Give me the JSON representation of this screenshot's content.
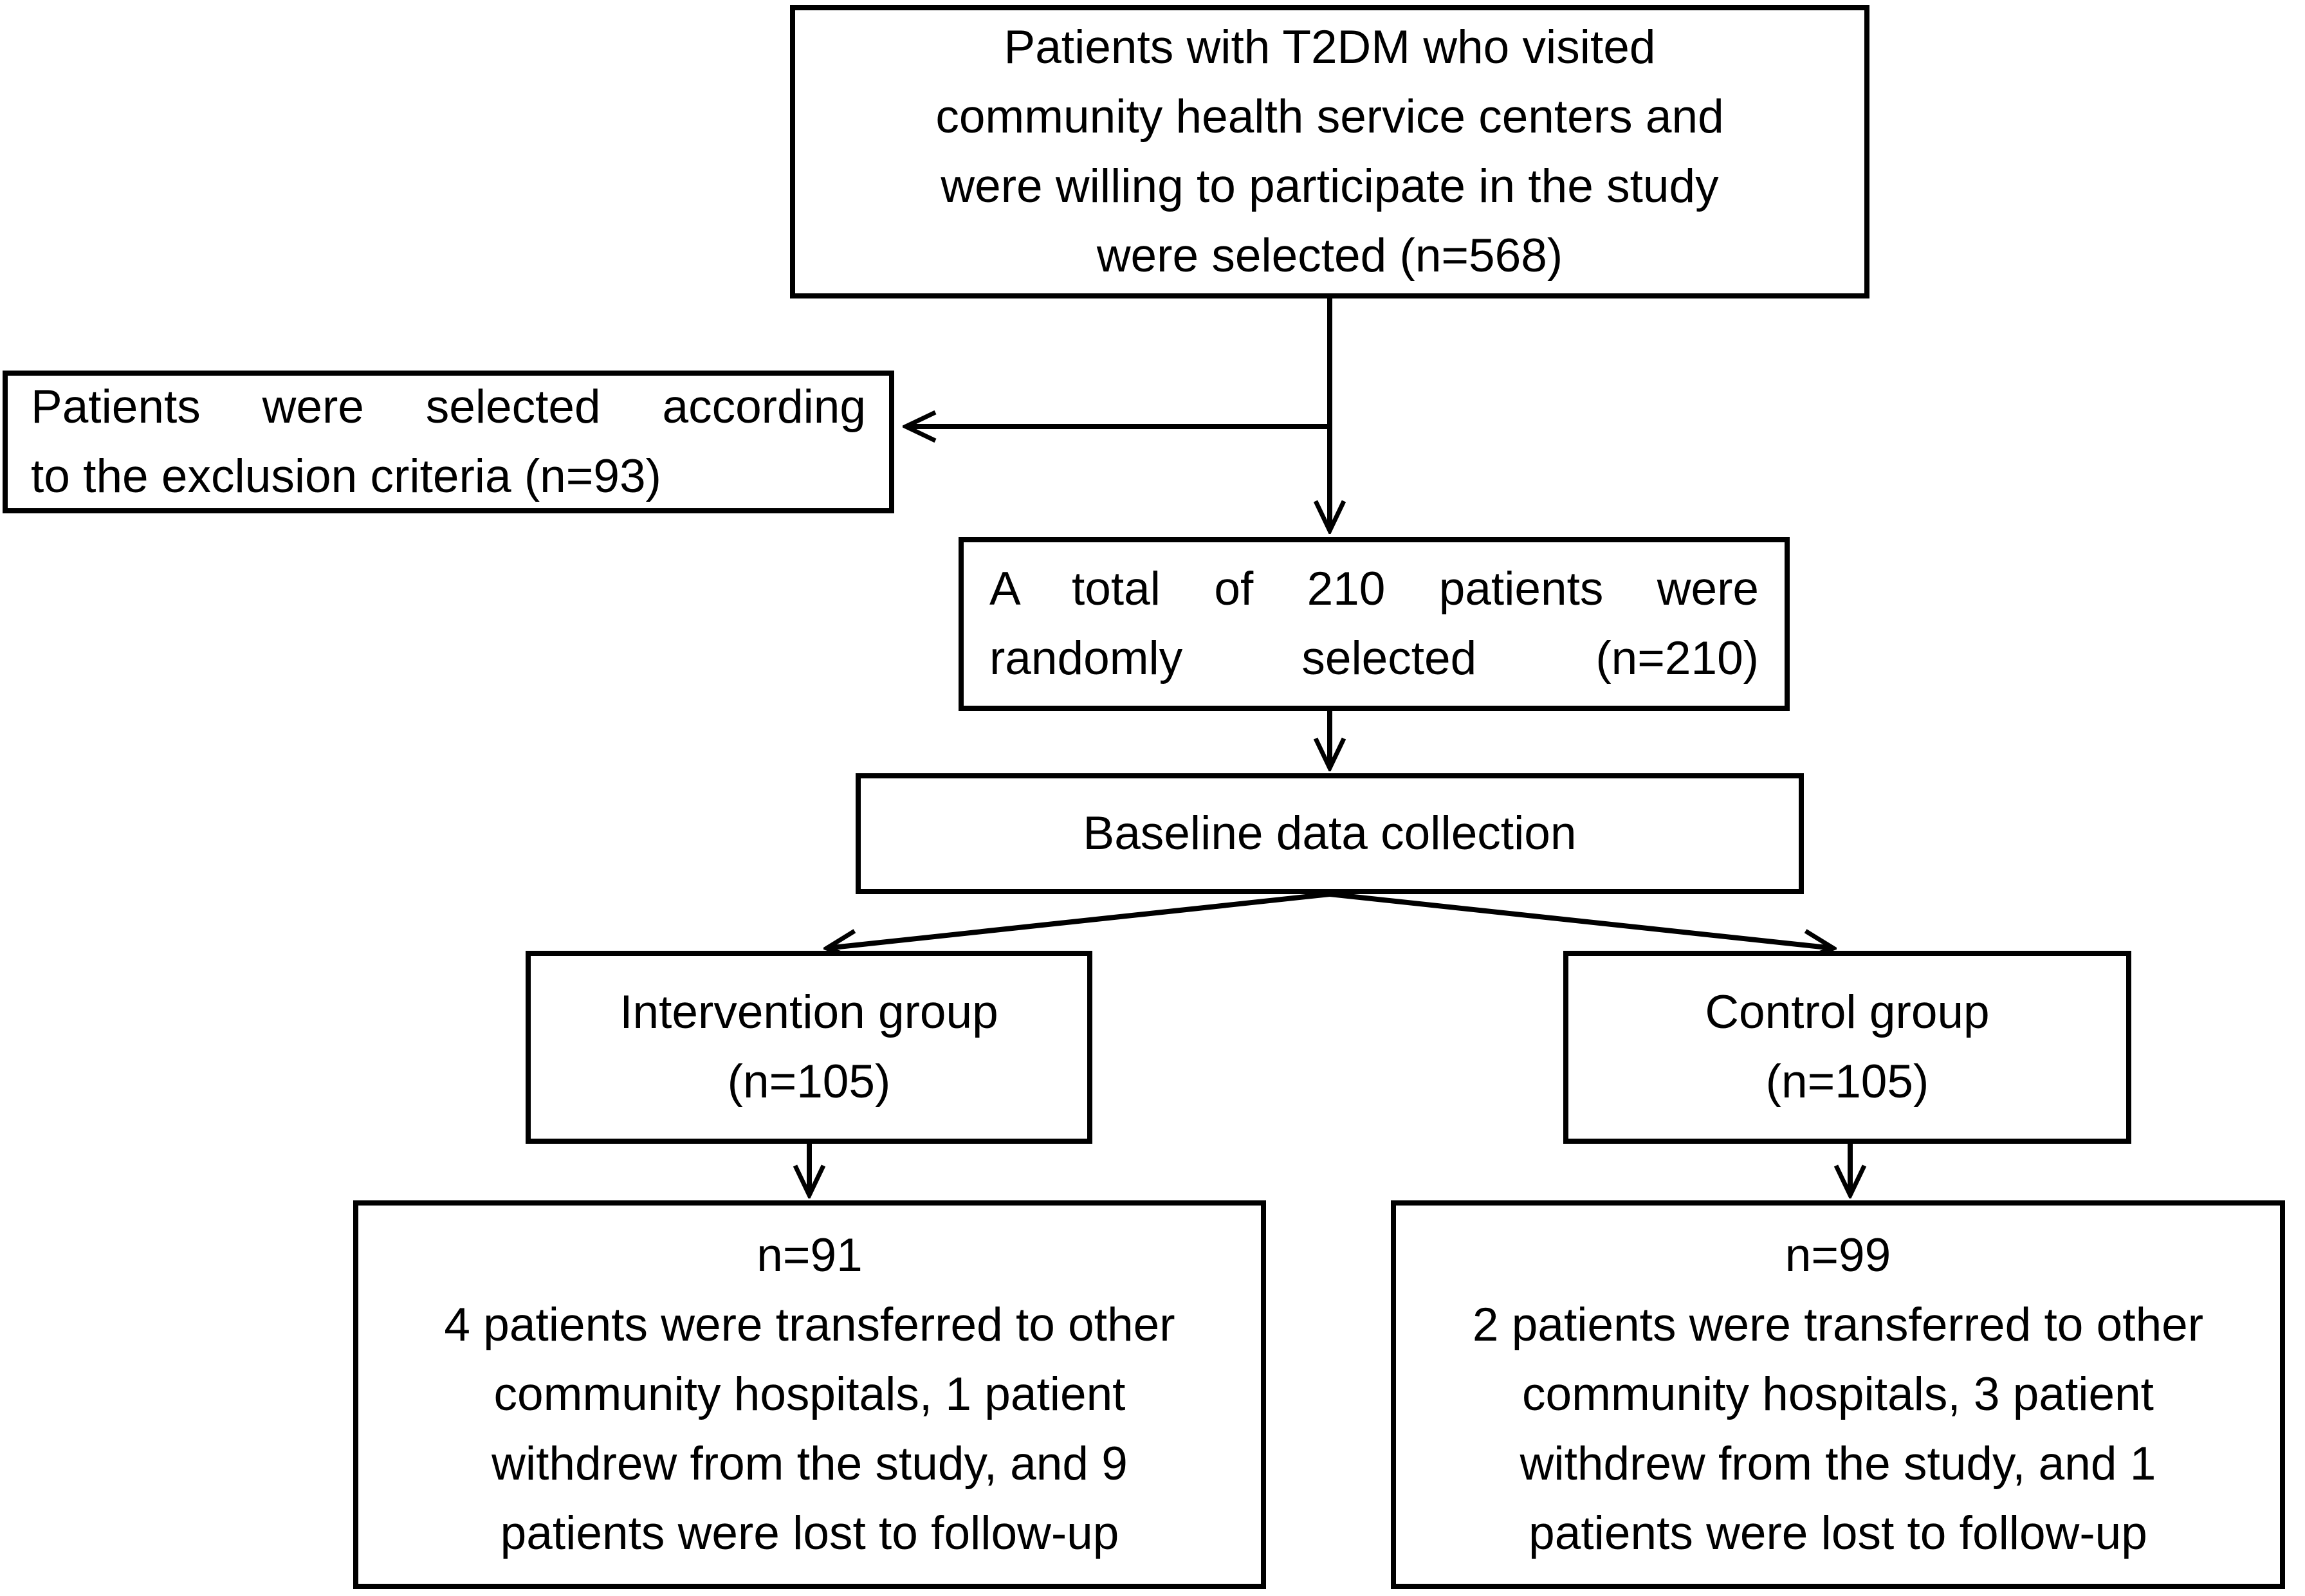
{
  "figure": {
    "type": "flowchart",
    "colors": {
      "line": "#000000",
      "background": "#ffffff",
      "text": "#000000"
    }
  },
  "boxes": {
    "enrolled": {
      "lines": [
        "Patients with T2DM who visited",
        "community health service centers and",
        "were willing to participate in the study",
        "were selected (n=568)"
      ]
    },
    "excluded": {
      "lines": [
        "Patients were selected according",
        "to the exclusion criteria (n=93)"
      ]
    },
    "randomized": {
      "lines": [
        "A total of 210 patients were",
        "randomly selected (n=210)"
      ]
    },
    "baseline": {
      "lines": [
        "Baseline data collection"
      ]
    },
    "intervention": {
      "lines": [
        "Intervention group",
        "(n=105)"
      ]
    },
    "control": {
      "lines": [
        "Control group",
        "(n=105)"
      ]
    },
    "intervention_outcome": {
      "lines": [
        "n=91",
        "4 patients were transferred to other",
        "community hospitals, 1 patient",
        "withdrew from the study, and 9",
        "patients were lost to follow-up"
      ]
    },
    "control_outcome": {
      "lines": [
        "n=99",
        "2 patients were transferred to other",
        "community hospitals, 3 patient",
        "withdrew from the study, and 1",
        "patients were lost to follow-up"
      ]
    }
  }
}
